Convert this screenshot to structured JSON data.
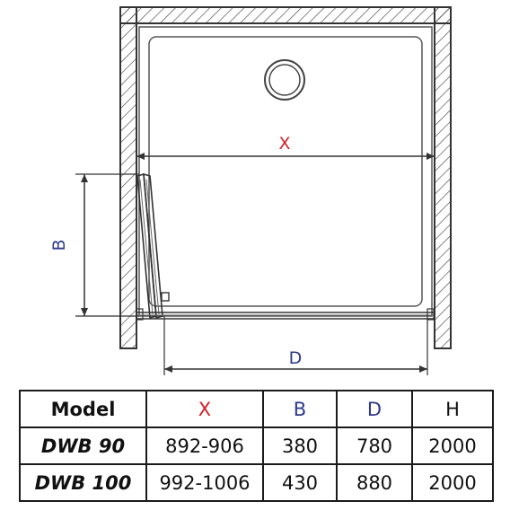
{
  "diagram": {
    "labels": {
      "x": "X",
      "b": "B",
      "d": "D"
    },
    "colors": {
      "x": "#d4202a",
      "b": "#2d3a8c",
      "d": "#2d3a8c",
      "h": "#1a1a1a",
      "line": "#333333"
    }
  },
  "table": {
    "headers": [
      "Model",
      "X",
      "B",
      "D",
      "H"
    ],
    "rows": [
      [
        "DWB 90",
        "892-906",
        "380",
        "780",
        "2000"
      ],
      [
        "DWB 100",
        "992-1006",
        "430",
        "880",
        "2000"
      ]
    ]
  }
}
